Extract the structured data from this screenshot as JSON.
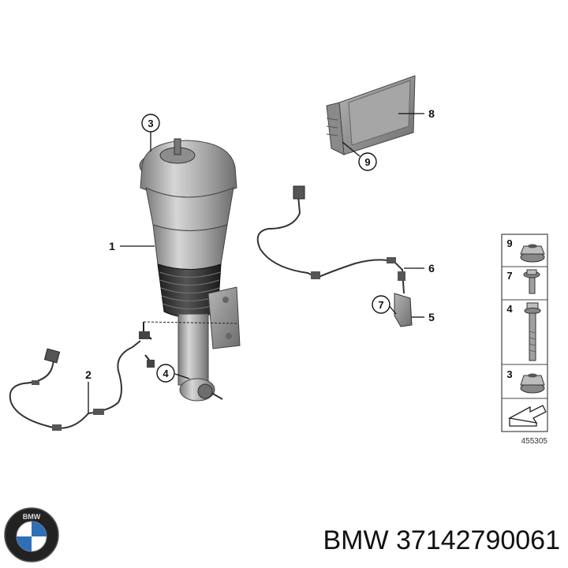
{
  "callouts": {
    "c1": "1",
    "c2": "2",
    "c3": "3",
    "c4": "4",
    "c5": "5",
    "c6": "6",
    "c7": "7",
    "c8": "8",
    "c9": "9"
  },
  "legend": {
    "rows": [
      {
        "number": "9",
        "icon": "flange-nut-icon"
      },
      {
        "number": "7",
        "icon": "flange-bolt-short-icon"
      },
      {
        "number": "4",
        "icon": "long-bolt-icon"
      },
      {
        "number": "3",
        "icon": "flange-nut-icon"
      }
    ],
    "arrow_icon": "direction-arrow-icon",
    "diagram_number": "455305"
  },
  "footer": {
    "brand_logo_icon": "bmw-roundel-icon",
    "part_label": "BMW 37142790061"
  },
  "colors": {
    "part_light": "#c9c9c9",
    "part_mid": "#9a9a9a",
    "part_dark": "#555555",
    "bellows": "#2b2b2b",
    "logo_blue": "#2f6fb7"
  }
}
